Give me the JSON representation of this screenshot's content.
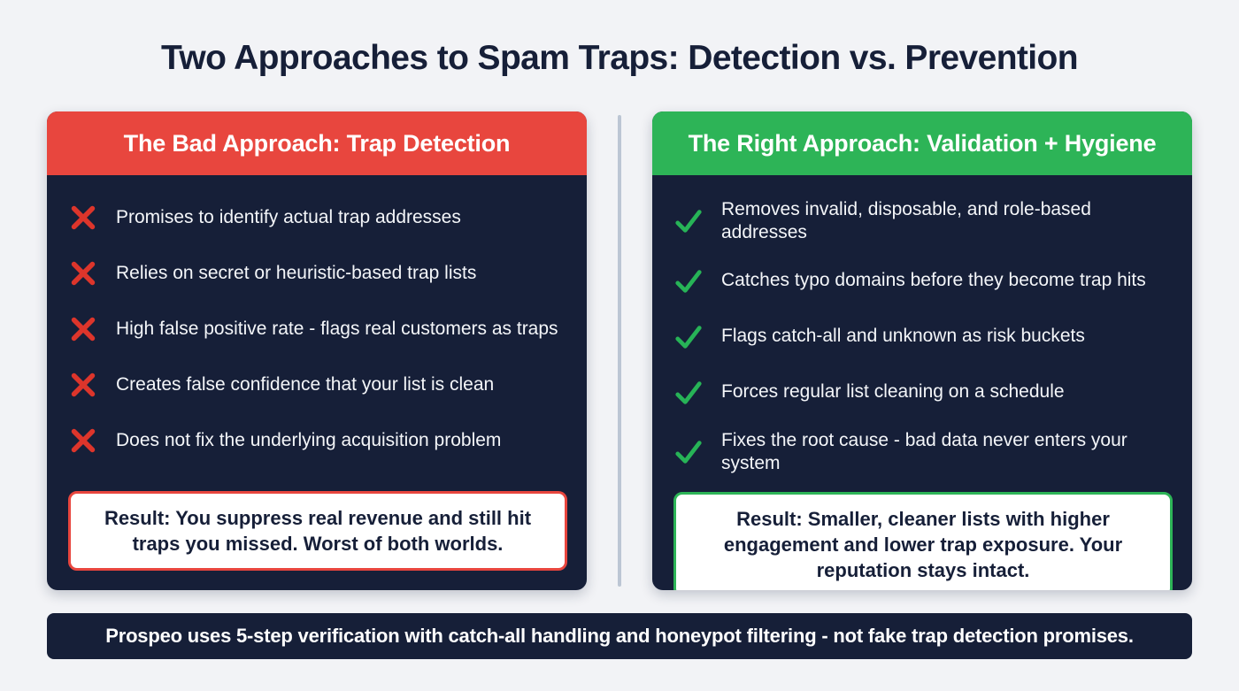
{
  "title": "Two Approaches to Spam Traps: Detection vs. Prevention",
  "colors": {
    "background": "#f2f3f6",
    "navy": "#161f38",
    "red": "#e8463e",
    "green": "#2db457",
    "divider": "#bcc6d4"
  },
  "cards": [
    {
      "header": "The Bad Approach: Trap Detection",
      "icon": "x-icon",
      "items": [
        "Promises to identify actual trap addresses",
        "Relies on secret or heuristic-based trap lists",
        "High false positive rate - flags real customers as traps",
        "Creates false confidence that your list is clean",
        "Does not fix the underlying acquisition problem"
      ],
      "result": "Result: You suppress real revenue and still hit traps you missed. Worst of both worlds."
    },
    {
      "header": "The Right Approach: Validation + Hygiene",
      "icon": "check-icon",
      "items": [
        "Removes invalid, disposable, and role-based addresses",
        "Catches typo domains before they become trap hits",
        "Flags catch-all and unknown as risk buckets",
        "Forces regular list cleaning on a schedule",
        "Fixes the root cause - bad data never enters your system"
      ],
      "result": "Result: Smaller, cleaner lists with higher engagement and lower trap exposure. Your reputation stays intact."
    }
  ],
  "footer": "Prospeo uses 5-step verification with catch-all handling and honeypot filtering - not fake trap detection promises."
}
